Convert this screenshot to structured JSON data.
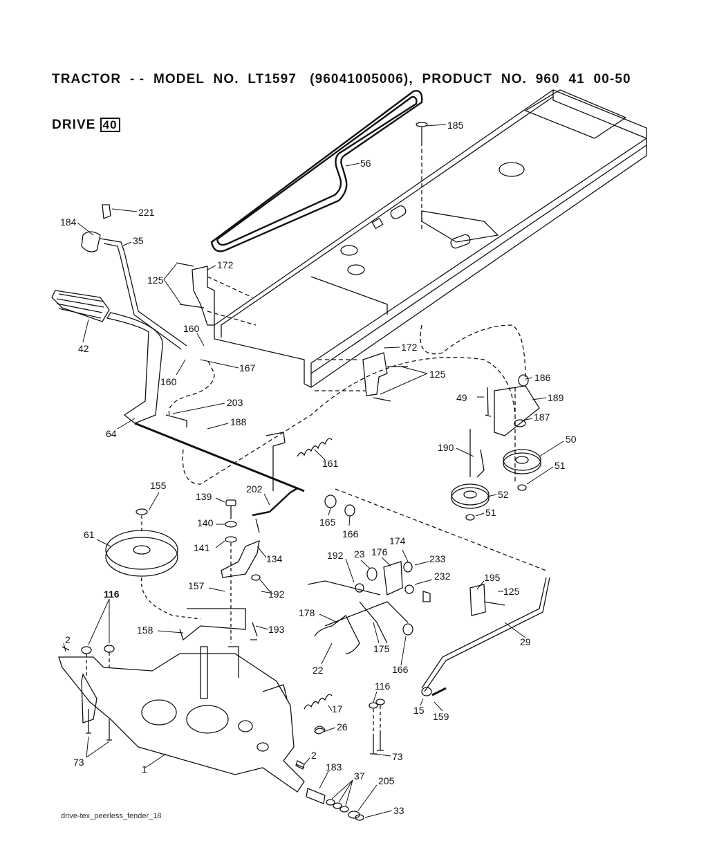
{
  "header": {
    "title": "TRACTOR  - -  MODEL  NO.  LT1597   (96041005006),  PRODUCT  NO.  960  41  00-50",
    "section": "DRIVE",
    "page": "40"
  },
  "footer": {
    "filename": "drive-tex_peerless_fender_18"
  },
  "callouts": [
    "185",
    "56",
    "221",
    "184",
    "35",
    "172",
    "125",
    "42",
    "160",
    "167",
    "160",
    "172",
    "125",
    "203",
    "186",
    "49",
    "189",
    "187",
    "188",
    "64",
    "161",
    "50",
    "190",
    "51",
    "52",
    "51",
    "155",
    "139",
    "202",
    "61",
    "140",
    "165",
    "166",
    "141",
    "134",
    "192",
    "23",
    "176",
    "174",
    "233",
    "116",
    "157",
    "192",
    "232",
    "178",
    "195",
    "125",
    "158",
    "193",
    "22",
    "175",
    "166",
    "29",
    "2",
    "116",
    "17",
    "15",
    "159",
    "26",
    "73",
    "73",
    "1",
    "2",
    "183",
    "37",
    "205",
    "33"
  ]
}
